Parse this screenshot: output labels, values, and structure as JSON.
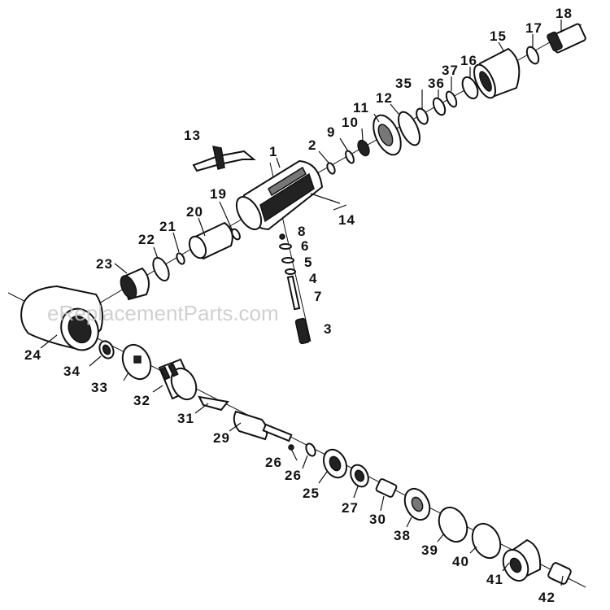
{
  "watermark": "eReplacementParts.com",
  "callouts": [
    {
      "id": "p1",
      "label": "1"
    },
    {
      "id": "p2",
      "label": "2"
    },
    {
      "id": "p3",
      "label": "3"
    },
    {
      "id": "p4",
      "label": "4"
    },
    {
      "id": "p5",
      "label": "5"
    },
    {
      "id": "p6",
      "label": "6"
    },
    {
      "id": "p7",
      "label": "7"
    },
    {
      "id": "p8",
      "label": "8"
    },
    {
      "id": "p9",
      "label": "9"
    },
    {
      "id": "p10",
      "label": "10"
    },
    {
      "id": "p11",
      "label": "11"
    },
    {
      "id": "p12",
      "label": "12"
    },
    {
      "id": "p13",
      "label": "13"
    },
    {
      "id": "p14",
      "label": "14"
    },
    {
      "id": "p15",
      "label": "15"
    },
    {
      "id": "p16",
      "label": "16"
    },
    {
      "id": "p17",
      "label": "17"
    },
    {
      "id": "p18",
      "label": "18"
    },
    {
      "id": "p19",
      "label": "19"
    },
    {
      "id": "p20",
      "label": "20"
    },
    {
      "id": "p21",
      "label": "21"
    },
    {
      "id": "p22",
      "label": "22"
    },
    {
      "id": "p23",
      "label": "23"
    },
    {
      "id": "p24",
      "label": "24"
    },
    {
      "id": "p25",
      "label": "25"
    },
    {
      "id": "p26a",
      "label": "26"
    },
    {
      "id": "p26b",
      "label": "26"
    },
    {
      "id": "p27",
      "label": "27"
    },
    {
      "id": "p29",
      "label": "29"
    },
    {
      "id": "p30",
      "label": "30"
    },
    {
      "id": "p31",
      "label": "31"
    },
    {
      "id": "p32",
      "label": "32"
    },
    {
      "id": "p33",
      "label": "33"
    },
    {
      "id": "p34",
      "label": "34"
    },
    {
      "id": "p35",
      "label": "35"
    },
    {
      "id": "p36",
      "label": "36"
    },
    {
      "id": "p37",
      "label": "37"
    },
    {
      "id": "p38",
      "label": "38"
    },
    {
      "id": "p39",
      "label": "39"
    },
    {
      "id": "p40",
      "label": "40"
    },
    {
      "id": "p41",
      "label": "41"
    },
    {
      "id": "p42",
      "label": "42"
    }
  ]
}
